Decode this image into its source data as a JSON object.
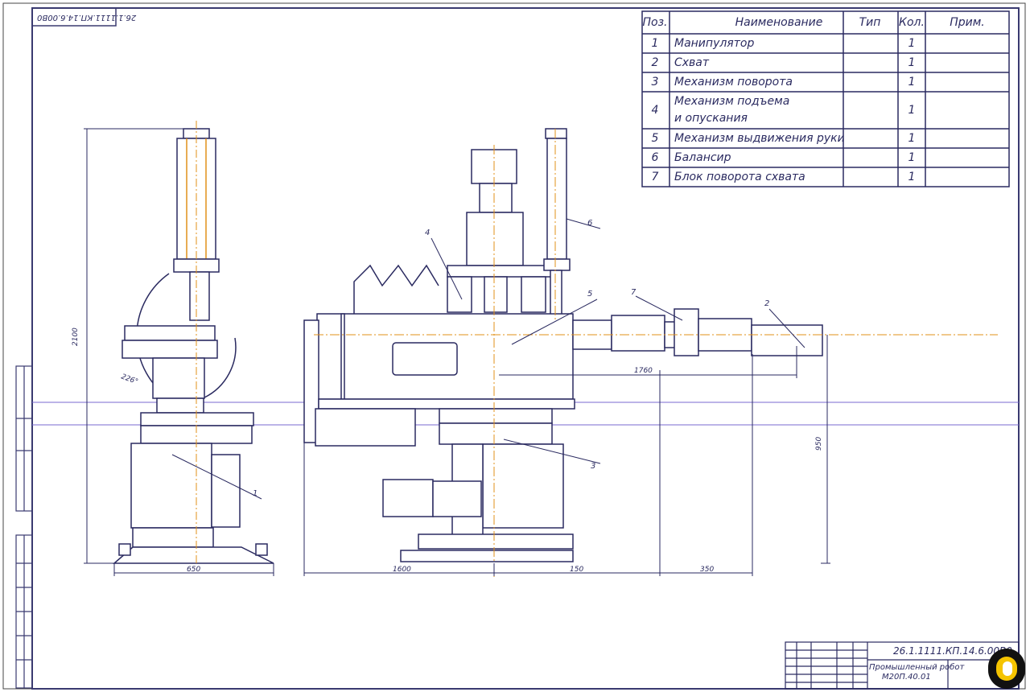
{
  "drawing_code_top": "26.1.1111.КП.14.6.00В0",
  "spec_table": {
    "headers": {
      "pos": "Поз.",
      "name": "Наименование",
      "type": "Тип",
      "qty": "Кол.",
      "note": "Прим."
    },
    "rows": [
      {
        "pos": "1",
        "name": [
          "Манипулятор"
        ],
        "type": "",
        "qty": "1",
        "note": ""
      },
      {
        "pos": "2",
        "name": [
          "Схват"
        ],
        "type": "",
        "qty": "1",
        "note": ""
      },
      {
        "pos": "3",
        "name": [
          "Механизм поворота"
        ],
        "type": "",
        "qty": "1",
        "note": ""
      },
      {
        "pos": "4",
        "name": [
          "Механизм подъема",
          "и опускания"
        ],
        "type": "",
        "qty": "1",
        "note": ""
      },
      {
        "pos": "5",
        "name": [
          "Механизм выдвижения руки"
        ],
        "type": "",
        "qty": "1",
        "note": ""
      },
      {
        "pos": "6",
        "name": [
          "Балансир"
        ],
        "type": "",
        "qty": "1",
        "note": ""
      },
      {
        "pos": "7",
        "name": [
          "Блок поворота схвата"
        ],
        "type": "",
        "qty": "1",
        "note": ""
      }
    ]
  },
  "dimensions": {
    "left_height": "2100",
    "left_width": "650",
    "left_angle": "226°",
    "arm_reach": "1760",
    "base_left": "1600",
    "base_mid": "150",
    "base_right": "350",
    "vertical_right": "950"
  },
  "callouts": [
    "1",
    "2",
    "3",
    "4",
    "5",
    "6",
    "7"
  ],
  "title_block": {
    "code": "26.1.1111.КП.14.6.00В0",
    "title_line1": "Промышленный робот",
    "title_line2": "М20П.40.01"
  },
  "colors": {
    "line": "#2a2a60",
    "axis": "#e0901a",
    "frame": "#2a2a6a",
    "metal": "#ffffff"
  },
  "logo_icon": "brand-logo-icon"
}
